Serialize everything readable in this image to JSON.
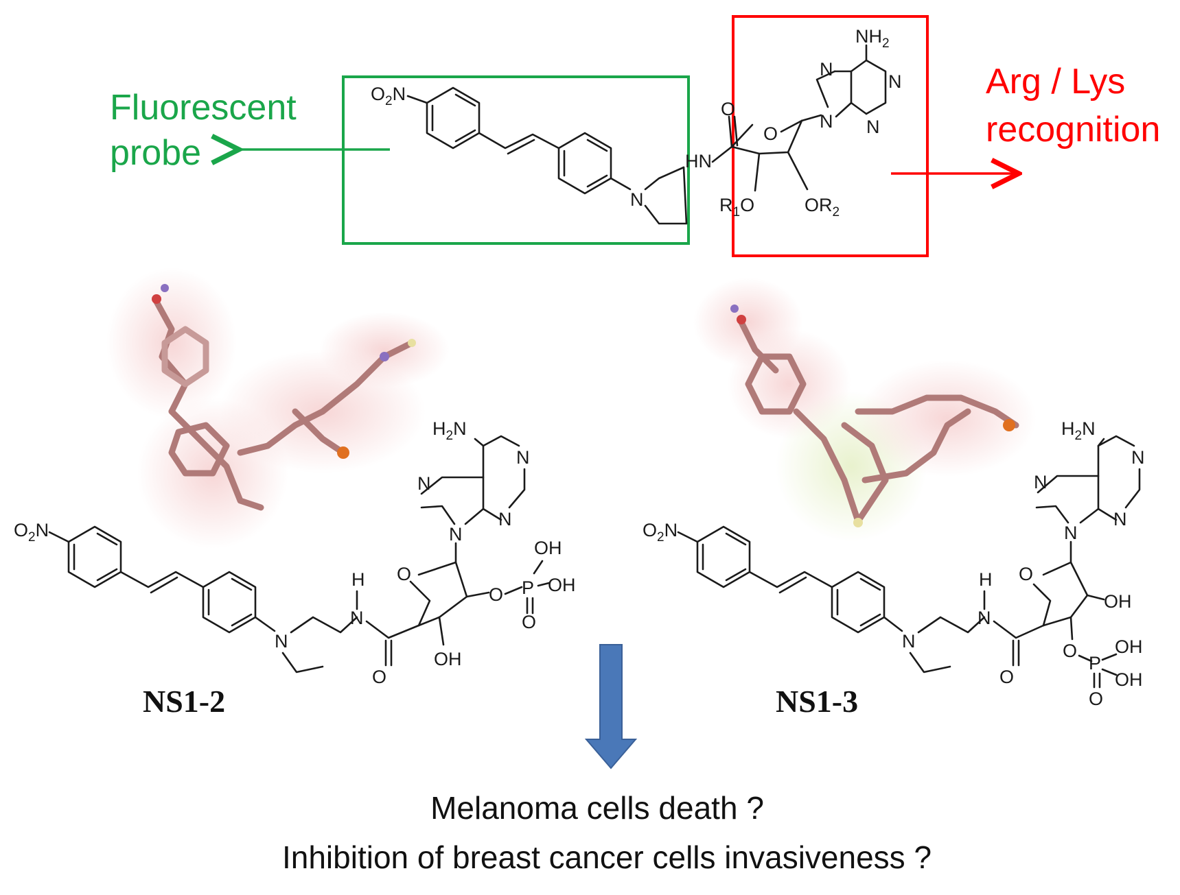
{
  "colors": {
    "probe": "#1aa64a",
    "recognition": "#ff0000",
    "arrow_down": "#4a78b8",
    "model_carbon": "#b07a78",
    "model_glow": "#f3c8c8",
    "model_glow_alt": "#e3efc8"
  },
  "labels": {
    "probe_line1": "Fluorescent",
    "probe_line2": "probe",
    "recognition_line1": "Arg / Lys",
    "recognition_line2": "recognition"
  },
  "compounds": {
    "left": "NS1-2",
    "right": "NS1-3"
  },
  "questions": {
    "line1": "Melanoma cells death ?",
    "line2": "Inhibition of breast cancer cells invasiveness ?"
  },
  "atoms": {
    "o2n": "O",
    "o2n_sub": "2",
    "o2n_n": "N",
    "nh2_n": "H",
    "nh2_sub": "2",
    "h2n_h": "H",
    "h2n_sub": "2",
    "h2n_n": "N",
    "n": "N",
    "o": "O",
    "hn": "HN",
    "h": "H",
    "r1o_r": "R",
    "r1o_sub": "1",
    "r1o_o": "O",
    "or2_o": "OR",
    "or2_sub": "2",
    "oh": "OH",
    "p": "P"
  }
}
